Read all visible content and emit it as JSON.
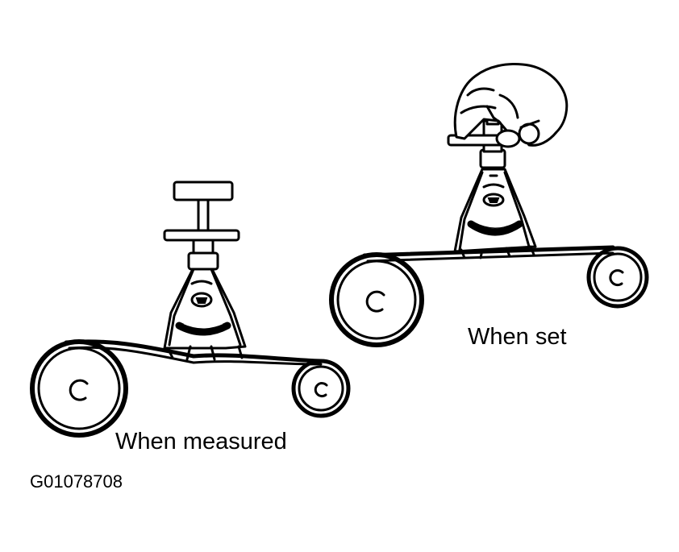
{
  "labels": {
    "when_measured": "When measured",
    "when_set": "When set",
    "figure_code": "G01078708"
  },
  "colors": {
    "ink": "#000000",
    "background": "#ffffff"
  }
}
